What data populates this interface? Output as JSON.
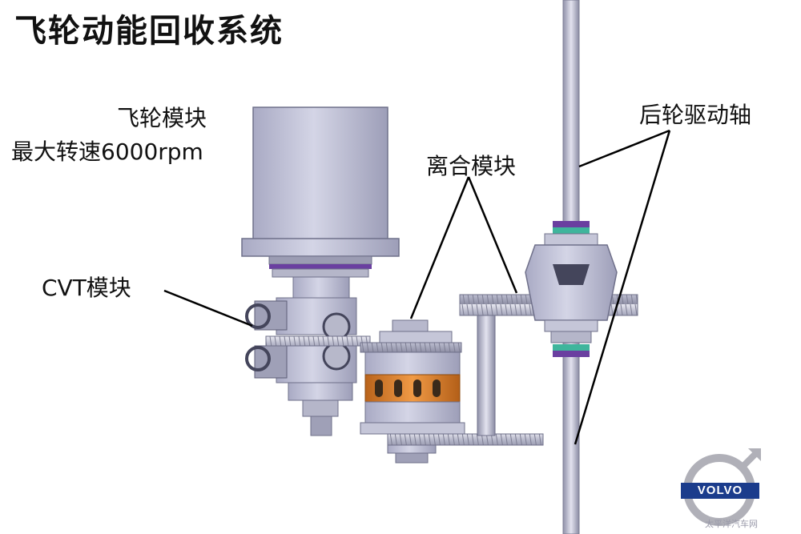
{
  "title": "飞轮动能回收系统",
  "labels": {
    "flywheel_module": "飞轮模块",
    "max_speed": "最大转速6000rpm",
    "cvt_module": "CVT模块",
    "clutch_module": "离合模块",
    "rear_axle": "后轮驱动轴"
  },
  "logo": {
    "brand": "VOLVO",
    "watermark": "太平洋汽车网"
  },
  "colors": {
    "metal": "#c9c9d6",
    "metal_dark": "#8e8ea3",
    "flywheel": "#bebfd4",
    "orange_band": "#e8862a",
    "accent_purple": "#6a3fa0",
    "accent_teal": "#3fb59c",
    "logo_blue": "#1b3c8c"
  }
}
